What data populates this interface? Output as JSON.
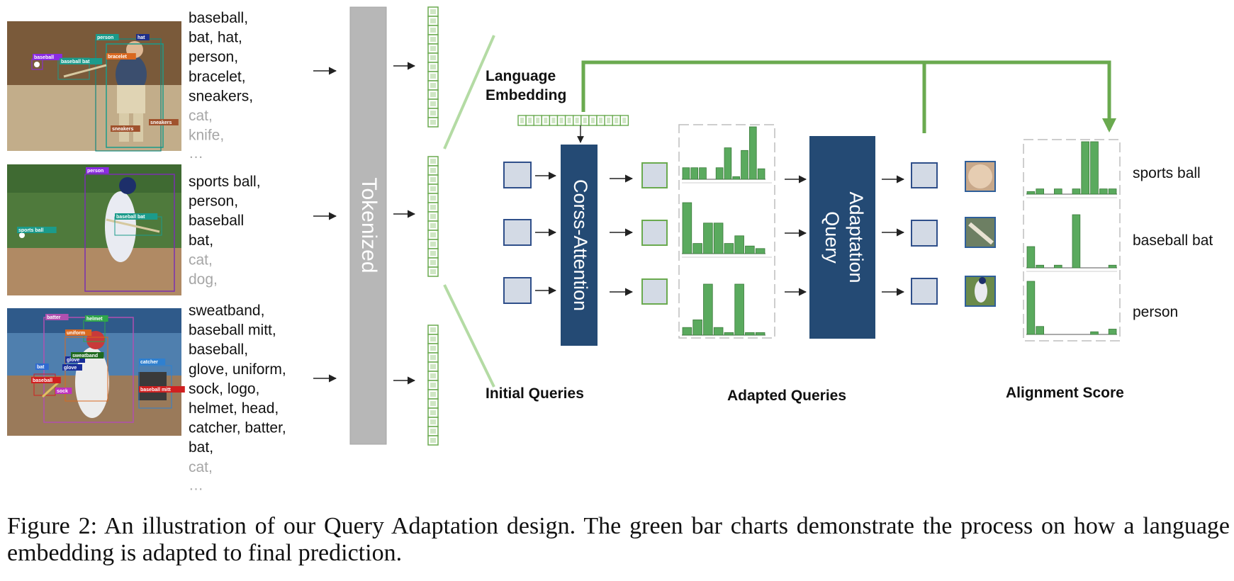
{
  "image_groups": [
    {
      "labels": {
        "active": [
          "baseball,",
          "bat, hat,",
          "person,",
          "bracelet,",
          "sneakers,"
        ],
        "negative": [
          "cat,",
          "knife,"
        ],
        "ellipsis": "…"
      },
      "boxes": [
        "person",
        "hat",
        "baseball",
        "baseball bat",
        "bracelet",
        "sneakers",
        "sneakers"
      ]
    },
    {
      "labels": {
        "active": [
          "sports ball,",
          "person,",
          "baseball",
          "bat,"
        ],
        "negative": [
          "cat,",
          "dog,"
        ],
        "ellipsis": ""
      },
      "boxes": [
        "person",
        "baseball bat",
        "sports ball"
      ]
    },
    {
      "labels": {
        "active": [
          "sweatband,",
          "baseball mitt,",
          "baseball,",
          "glove, uniform,",
          "sock, logo,",
          "helmet, head,",
          "catcher, batter,",
          "bat,"
        ],
        "negative": [
          "cat,"
        ],
        "ellipsis": "…"
      },
      "boxes": [
        "batter",
        "helmet",
        "uniform",
        "glove",
        "sweatband",
        "glove",
        "bat",
        "baseball",
        "sock",
        "catcher",
        "baseball mitt"
      ]
    }
  ],
  "tokenized_label": "Tokenized",
  "language_embedding_label": [
    "Language",
    "Embedding"
  ],
  "cross_attention_label": "Corss-Attention",
  "query_adaptation_label": [
    "Query",
    "Adaptation"
  ],
  "initial_queries_label": "Initial Queries",
  "adapted_queries_label": "Adapted Queries",
  "alignment_score_label": "Alignment Score",
  "output_classes": [
    "sports ball",
    "baseball bat",
    "person"
  ],
  "adapted_histograms": [
    [
      0.22,
      0.22,
      0.22,
      0.0,
      0.22,
      0.6,
      0.05,
      0.55,
      1.0,
      0.2
    ],
    [
      1.0,
      0.2,
      0.6,
      0.6,
      0.2,
      0.35,
      0.15,
      0.1
    ],
    [
      0.15,
      0.3,
      1.0,
      0.15,
      0.05,
      1.0,
      0.05,
      0.05
    ]
  ],
  "alignment_histograms": [
    [
      0.05,
      0.1,
      0.0,
      0.1,
      0.0,
      0.1,
      1.0,
      1.0,
      0.1,
      0.1
    ],
    [
      0.4,
      0.05,
      0.0,
      0.05,
      0.0,
      1.0,
      0.0,
      0.0,
      0.0,
      0.05
    ],
    [
      1.0,
      0.15,
      0.0,
      0.0,
      0.0,
      0.0,
      0.0,
      0.05,
      0.0,
      0.1
    ]
  ],
  "caption": "Figure 2: An illustration of our Query Adaptation design. The green bar charts demonstrate the process on how a language embedding is adapted to final prediction.",
  "colors": {
    "green": "#6aaa4f",
    "bar_fill": "#5aaa5e",
    "navy": "#244a74",
    "gray_column": "#b7b7b7",
    "query_fill": "#d3dae5",
    "query_stroke": "#2f4f8a",
    "negative_text": "#a6a6a6"
  }
}
